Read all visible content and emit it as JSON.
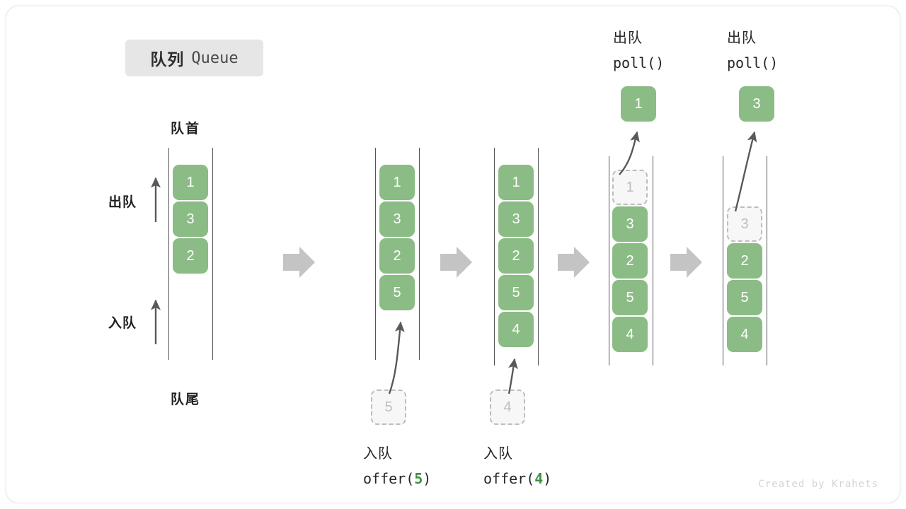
{
  "title": {
    "cn": "队列",
    "en": "Queue"
  },
  "labels": {
    "head": "队首",
    "tail": "队尾",
    "dequeue": "出队",
    "enqueue": "入队"
  },
  "colors": {
    "element_green": "#8bbc85",
    "ghost_fill": "#f7f7f7",
    "ghost_border": "#bdbdbd",
    "rail": "#555555",
    "badge_bg": "#e6e6e6",
    "step_arrow": "#c4c4c4",
    "code_number": "#3f9142",
    "text": "#1f1f1f",
    "watermark": "#d4d4d4"
  },
  "watermark": "Created by Krahets",
  "stages": [
    {
      "id": "initial",
      "elements": [
        "1",
        "3",
        "2"
      ],
      "ghost_in_queue": null,
      "popped": null,
      "incoming": null,
      "caption_cn": null,
      "caption_code": null
    },
    {
      "id": "offer-5",
      "elements": [
        "1",
        "3",
        "2",
        "5"
      ],
      "ghost_in_queue": null,
      "popped": null,
      "incoming": "5",
      "caption_cn": "入队",
      "caption_code_prefix": "offer(",
      "caption_code_num": "5",
      "caption_code_suffix": ")"
    },
    {
      "id": "offer-4",
      "elements": [
        "1",
        "3",
        "2",
        "5",
        "4"
      ],
      "ghost_in_queue": null,
      "popped": null,
      "incoming": "4",
      "caption_cn": "入队",
      "caption_code_prefix": "offer(",
      "caption_code_num": "4",
      "caption_code_suffix": ")"
    },
    {
      "id": "poll-1",
      "elements": [
        "3",
        "2",
        "5",
        "4"
      ],
      "ghost_in_queue": "1",
      "popped": "1",
      "incoming": null,
      "caption_cn": "出队",
      "caption_code": "poll()"
    },
    {
      "id": "poll-3",
      "elements": [
        "2",
        "5",
        "4"
      ],
      "ghost_in_queue": "3",
      "popped": "3",
      "incoming": null,
      "caption_cn": "出队",
      "caption_code": "poll()"
    }
  ]
}
